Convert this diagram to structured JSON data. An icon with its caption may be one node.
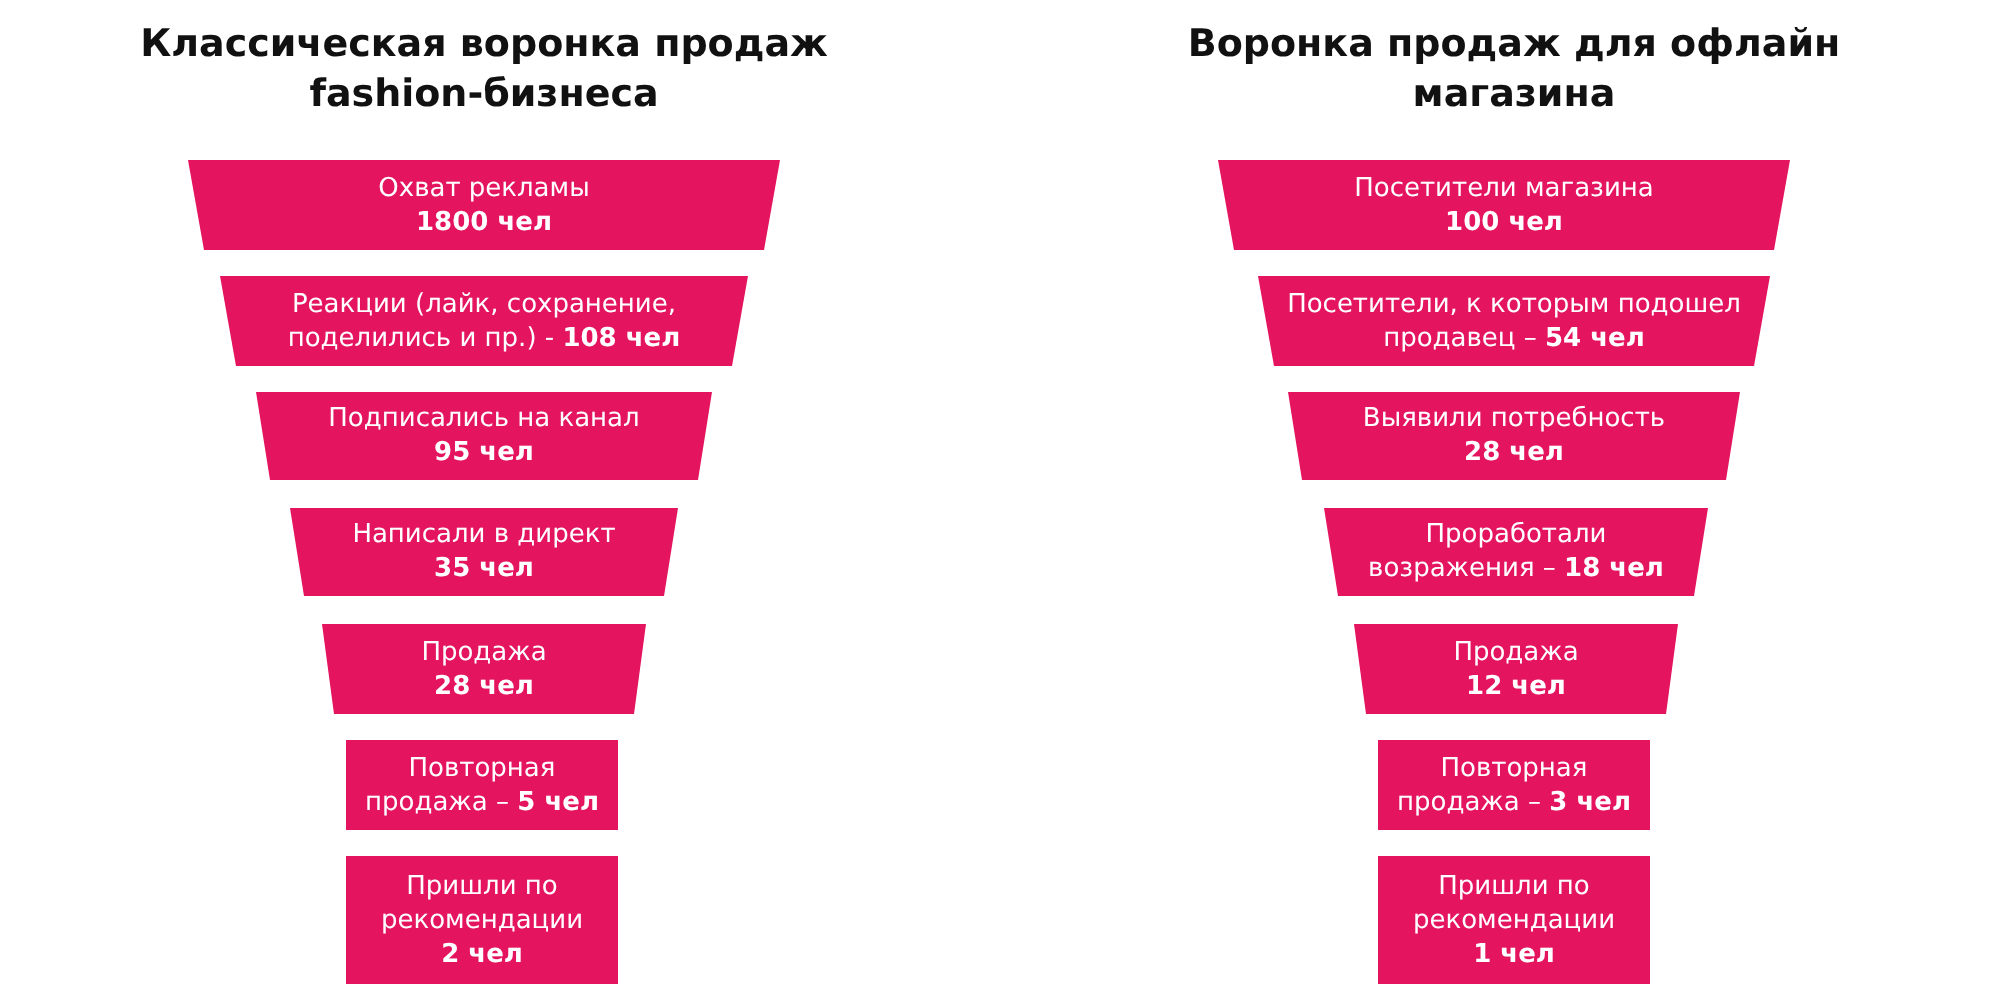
{
  "diagram": {
    "nodes": [
      {
        "text": [
          "Охват рекламы",
          "1800 чел"
        ]
      },
      {
        "text": [
          "Реакции (лайк, сохранение, поделились и пр.) - **108 чел**"
        ]
      },
      {
        "text": [
          "Подписались на канал",
          "95 чел"
        ]
      },
      {
        "text": [
          "Написали в директ",
          "35 чел"
        ]
      },
      {
        "text": [
          "Продажа",
          "28 чел"
        ]
      },
      {
        "text": [
          "Повторная продажа – **5 чел**"
        ]
      },
      {
        "text": [
          "Пришли по рекомендации",
          "2 чел"
        ]
      },
      {
        "text": [
          "Посетители магазина",
          "100 чел"
        ]
      },
      {
        "text": [
          "Посетители, к которым подошел продавец – **54 чел**"
        ]
      },
      {
        "text": [
          "Выявили потребность",
          "28 чел"
        ]
      },
      {
        "text": [
          "Проработали возражения – **18 чел**"
        ]
      },
      {
        "text": [
          "Продажа",
          "12 чел"
        ]
      },
      {
        "text": [
          "Повторная продажа – **3 чел**"
        ]
      },
      {
        "text": [
          "Пришли по рекомендации",
          "1 чел"
        ]
      }
    ],
    "edges": [],
    "labels": [
      "Классическая воронка продаж fashion-бизнеса",
      "Воронка продаж для офлайн магазина"
    ]
  }
}
